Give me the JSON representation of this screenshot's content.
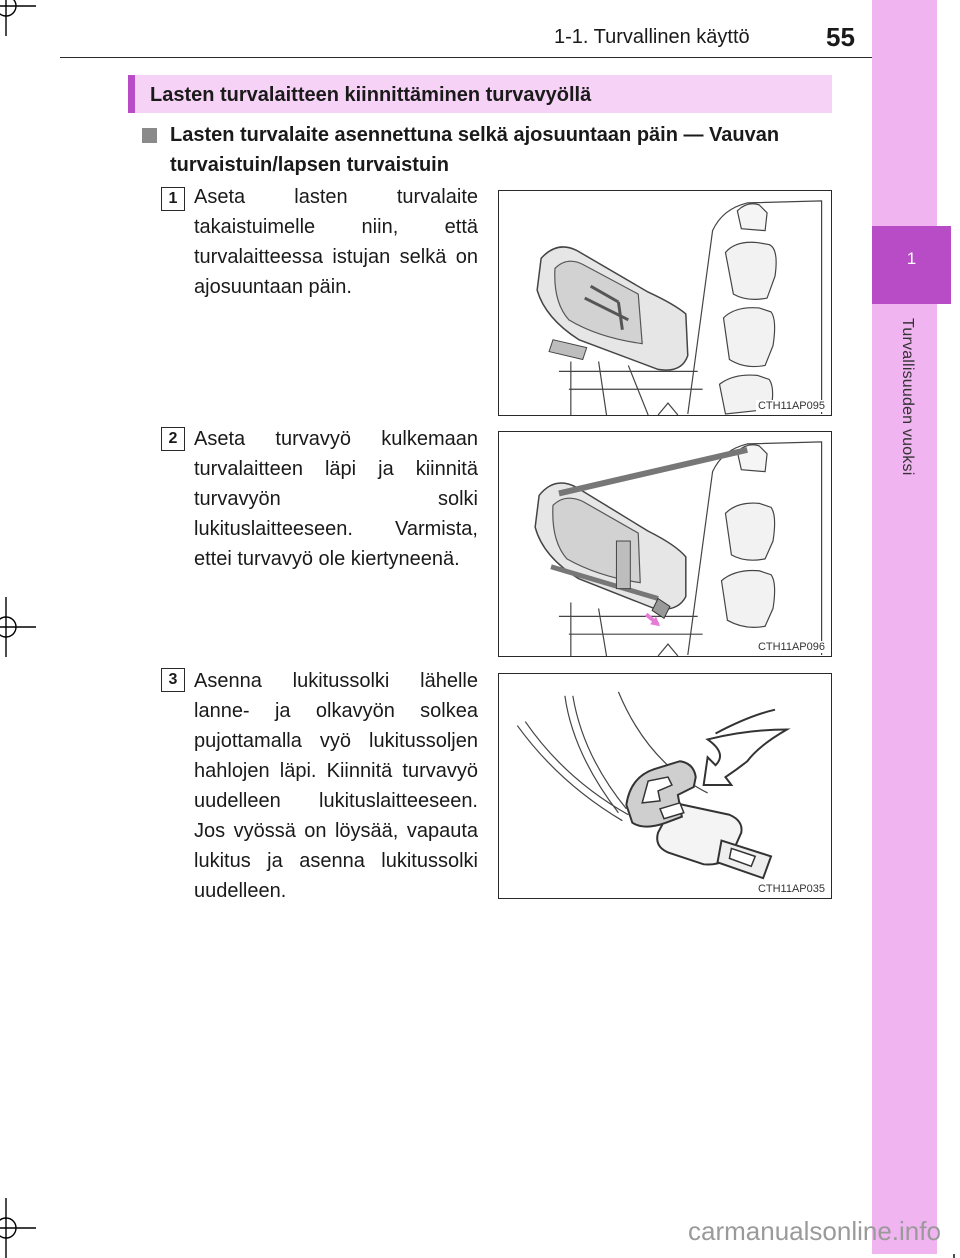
{
  "header": {
    "running_head": "1-1. Turvallinen käyttö",
    "page_number": "55"
  },
  "side_tab": {
    "chapter_number": "1",
    "chapter_title": "Turvallisuuden vuoksi"
  },
  "section": {
    "title": "Lasten turvalaitteen kiinnittäminen turvavyöllä"
  },
  "subheading": {
    "text": "Lasten turvalaite asennettuna selkä ajosuuntaan päin — Vauvan turvaistuin/lapsen turvaistuin"
  },
  "steps": [
    {
      "number": "1",
      "text": "Aseta lasten turvalaite takaistuimelle niin, että turvalaitteessa istujan selkä on ajosuuntaan päin.",
      "figure_code": "CTH11AP095"
    },
    {
      "number": "2",
      "text": "Aseta turvavyö kulkemaan turvalaitteen läpi ja kiinnitä turvavyön solki lukituslaitteeseen. Varmista, ettei turvavyö ole kiertyneenä.",
      "figure_code": "CTH11AP096"
    },
    {
      "number": "3",
      "text": "Asenna lukitussolki lähelle lanne- ja olkavyön solkea pujottamalla vyö lukitussoljen hahlojen läpi. Kiinnitä turvavyö uudelleen lukituslaitteeseen. Jos vyössä on löysää, vapauta lukitus ja asenna lukitussolki uudelleen.",
      "figure_code": "CTH11AP035"
    }
  ],
  "footer": {
    "watermark": "carmanualsonline.info"
  },
  "colors": {
    "accent": "#b84cc7",
    "tab_background": "#f0b4f0",
    "section_bar": "#f6d3f6",
    "arrow_pink": "#e77ad6"
  }
}
